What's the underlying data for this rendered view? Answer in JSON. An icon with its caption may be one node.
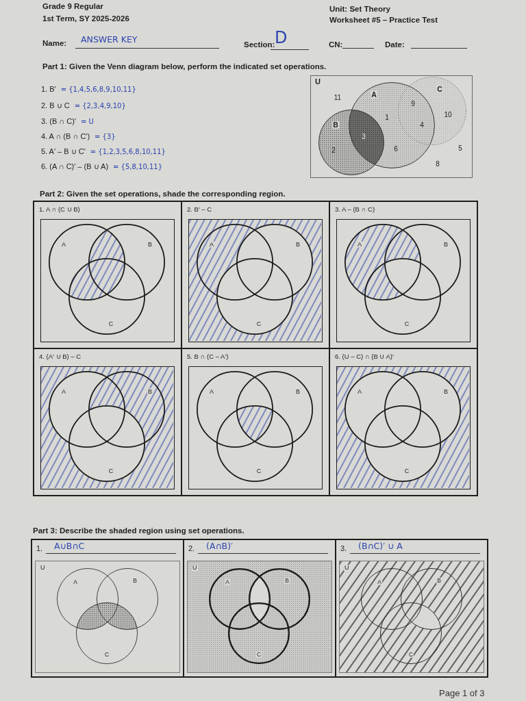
{
  "diagram": {
    "nodes": [
      {
        "text": [
          "U"
        ]
      },
      {
        "text": [
          "A"
        ],
        "in": 0
      },
      {
        "text": [
          "B"
        ],
        "in": 0
      },
      {
        "text": [
          "C"
        ],
        "in": 0
      },
      {
        "text": [
          "1. A ∩ (C ∪ B)"
        ]
      },
      {
        "text": [],
        "shape": "box",
        "in": 4
      },
      {
        "text": [
          "A"
        ],
        "in": 5
      },
      {
        "text": [
          "B"
        ],
        "in": 5
      },
      {
        "text": [
          "C"
        ],
        "in": 5
      },
      {
        "text": [
          "2. B' – C"
        ]
      },
      {
        "text": [],
        "shape": "box",
        "in": 9
      },
      {
        "text": [
          "A"
        ],
        "in": 10
      },
      {
        "text": [
          "B"
        ],
        "in": 10
      },
      {
        "text": [
          "C"
        ],
        "in": 10
      },
      {
        "text": [
          "3. A – (B ∩ C)"
        ]
      },
      {
        "text": [],
        "shape": "box",
        "in": 14
      },
      {
        "text": [
          "A"
        ],
        "in": 15
      },
      {
        "text": [
          "B"
        ],
        "in": 15
      },
      {
        "text": [
          "C"
        ],
        "in": 15
      },
      {
        "text": [
          "4. (A' ∪ B) – C"
        ]
      },
      {
        "text": [],
        "shape": "box",
        "in": 19
      },
      {
        "text": [
          "A"
        ],
        "in": 20
      },
      {
        "text": [
          "B"
        ],
        "in": 20
      },
      {
        "text": [
          "C"
        ],
        "in": 20
      },
      {
        "text": [
          "5. B ∩ (C – A')"
        ]
      },
      {
        "text": [],
        "shape": "box",
        "in": 24
      },
      {
        "text": [
          "A"
        ],
        "in": 25
      },
      {
        "text": [
          "B"
        ],
        "in": 25
      },
      {
        "text": [
          "C"
        ],
        "in": 25
      },
      {
        "text": [
          "6. (U – C) ∩ (B ∪ A)'"
        ]
      },
      {
        "text": [],
        "shape": "box",
        "in": 29
      },
      {
        "text": [
          "A"
        ],
        "in": 30
      },
      {
        "text": [
          "B"
        ],
        "in": 30
      },
      {
        "text": [
          "C"
        ],
        "in": 30
      },
      {
        "text": [
          "1.",
          "A∪B∩C"
        ]
      },
      {
        "text": [
          "U"
        ],
        "in": 34
      },
      {
        "text": [
          "A"
        ],
        "in": 35
      },
      {
        "text": [
          "B"
        ],
        "in": 35
      },
      {
        "text": [
          "C"
        ],
        "in": 35
      },
      {
        "text": [
          "2.",
          "(A∩B)′"
        ]
      },
      {
        "text": [
          "U"
        ],
        "in": 39
      },
      {
        "text": [
          "A"
        ],
        "in": 40
      },
      {
        "text": [
          "B"
        ],
        "in": 40
      },
      {
        "text": [
          "C"
        ],
        "in": 40
      },
      {
        "text": [
          "3.",
          "(B∩C)′ ∪ A"
        ]
      },
      {
        "text": [
          "U"
        ],
        "in": 44
      },
      {
        "text": [
          "A"
        ],
        "in": 45
      },
      {
        "text": [
          "B"
        ],
        "in": 45
      },
      {
        "text": [
          "C"
        ],
        "in": 45
      }
    ],
    "labels": [
      "Grade 9 Regular",
      "Unit: Set Theory",
      "1st Term, SY 2025-2026",
      "Worksheet #5 – Practice Test",
      "Name:",
      "ANSWER KEY",
      "Section:",
      "D",
      "CN:",
      "Date:",
      "Part 1: Given the Venn diagram below, perform the indicated set operations.",
      "1. B′",
      "= {1,4,5,6,8,9,10,11}",
      "2. B ∪ C",
      "= {2,3,4,9,10}",
      "3. (B ∩ C)′",
      "= U",
      "4. A ∩ (B ∩ C′)",
      "= {3}",
      "5. A′ – B ∪ C′",
      "= {1,2,3,5,6,8,10,11}",
      "6. (A ∩ C)′ – (B ∪ A)",
      "= {5,8,10,11}",
      "11",
      "9",
      "10",
      "1",
      "4",
      "3",
      "2",
      "6",
      "5",
      "8",
      "Part 2: Given the set operations, shade the corresponding region.",
      "Part 3: Describe the shaded region using set operations.",
      "Page 1 of 3"
    ]
  }
}
